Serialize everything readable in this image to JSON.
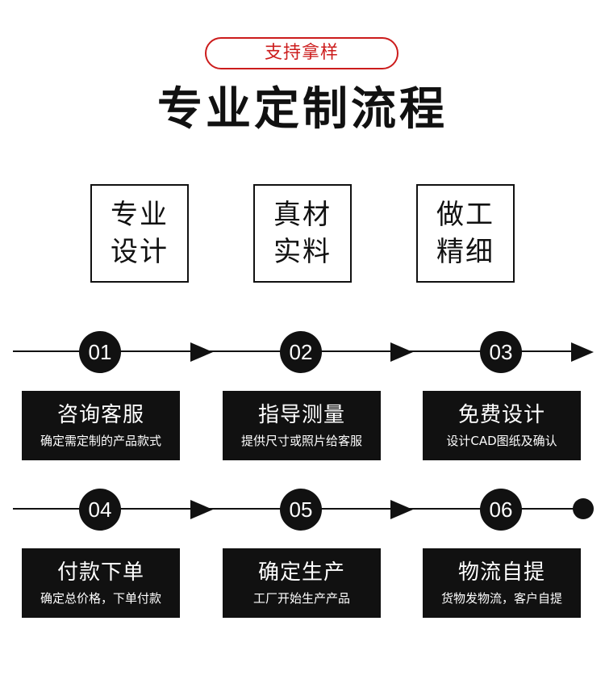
{
  "badge": "支持拿样",
  "title": "专业定制流程",
  "features": [
    {
      "line1": "专业",
      "line2": "设计"
    },
    {
      "line1": "真材",
      "line2": "实料"
    },
    {
      "line1": "做工",
      "line2": "精细"
    }
  ],
  "steps": [
    {
      "num": "01",
      "title": "咨询客服",
      "desc": "确定需定制的产品款式"
    },
    {
      "num": "02",
      "title": "指导测量",
      "desc": "提供尺寸或照片给客服"
    },
    {
      "num": "03",
      "title": "免费设计",
      "desc": "设计CAD图纸及确认"
    },
    {
      "num": "04",
      "title": "付款下单",
      "desc": "确定总价格，下单付款"
    },
    {
      "num": "05",
      "title": "确定生产",
      "desc": "工厂开始生产产品"
    },
    {
      "num": "06",
      "title": "物流自提",
      "desc": "货物发物流，客户自提"
    }
  ],
  "colors": {
    "accent": "#cc1c1c",
    "dark": "#111111",
    "background": "#ffffff"
  }
}
